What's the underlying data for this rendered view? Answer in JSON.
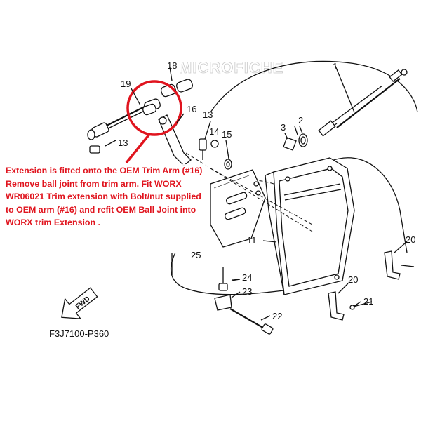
{
  "watermark": "MICROFICHE",
  "callout_text": "Extension is fitted onto the OEM Trim Arm (#16) Remove ball joint from trim arm. Fit WORX WR06021 Trim extension with Bolt/nut supplied to OEM arm (#16) and refit OEM Ball Joint into WORX trim Extension .",
  "diagram_code": "F3J7100-P360",
  "fwd_label": "FWD",
  "part_labels": {
    "p1": "1",
    "p2": "2",
    "p3": "3",
    "p11": "11",
    "p13a": "13",
    "p13b": "13",
    "p14": "14",
    "p15": "15",
    "p16": "16",
    "p18": "18",
    "p19": "19",
    "p20a": "20",
    "p20b": "20",
    "p21": "21",
    "p22": "22",
    "p23": "23",
    "p24": "24",
    "p25": "25"
  },
  "colors": {
    "callout": "#e0141e",
    "lines": "#111111",
    "watermark": "#c9c9c9"
  }
}
